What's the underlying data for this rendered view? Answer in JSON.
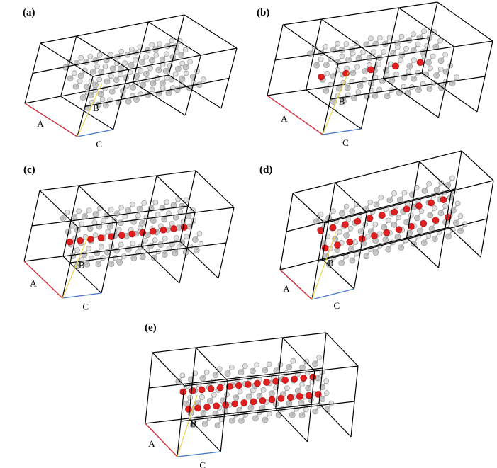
{
  "figure": {
    "panels": [
      {
        "label": "(a)",
        "axes": {
          "a": "A",
          "b": "B",
          "c": "C"
        },
        "red_atoms": 0
      },
      {
        "label": "(b)",
        "axes": {
          "a": "A",
          "b": "B",
          "c": "C"
        },
        "red_atoms": 5
      },
      {
        "label": "(c)",
        "axes": {
          "a": "A",
          "b": "B",
          "c": "C"
        },
        "red_atoms": 12
      },
      {
        "label": "(d)",
        "axes": {
          "a": "A",
          "b": "B",
          "c": "C"
        },
        "red_atoms": 22
      },
      {
        "label": "(e)",
        "axes": {
          "a": "A",
          "b": "B",
          "c": "C"
        },
        "red_atoms": 30
      }
    ],
    "colors": {
      "axis_a": "#e03040",
      "axis_b": "#e8d040",
      "axis_c": "#4a78c8",
      "carbon": "#c8c8c8",
      "oxygen": "#e02020",
      "cell": "#000000"
    }
  }
}
